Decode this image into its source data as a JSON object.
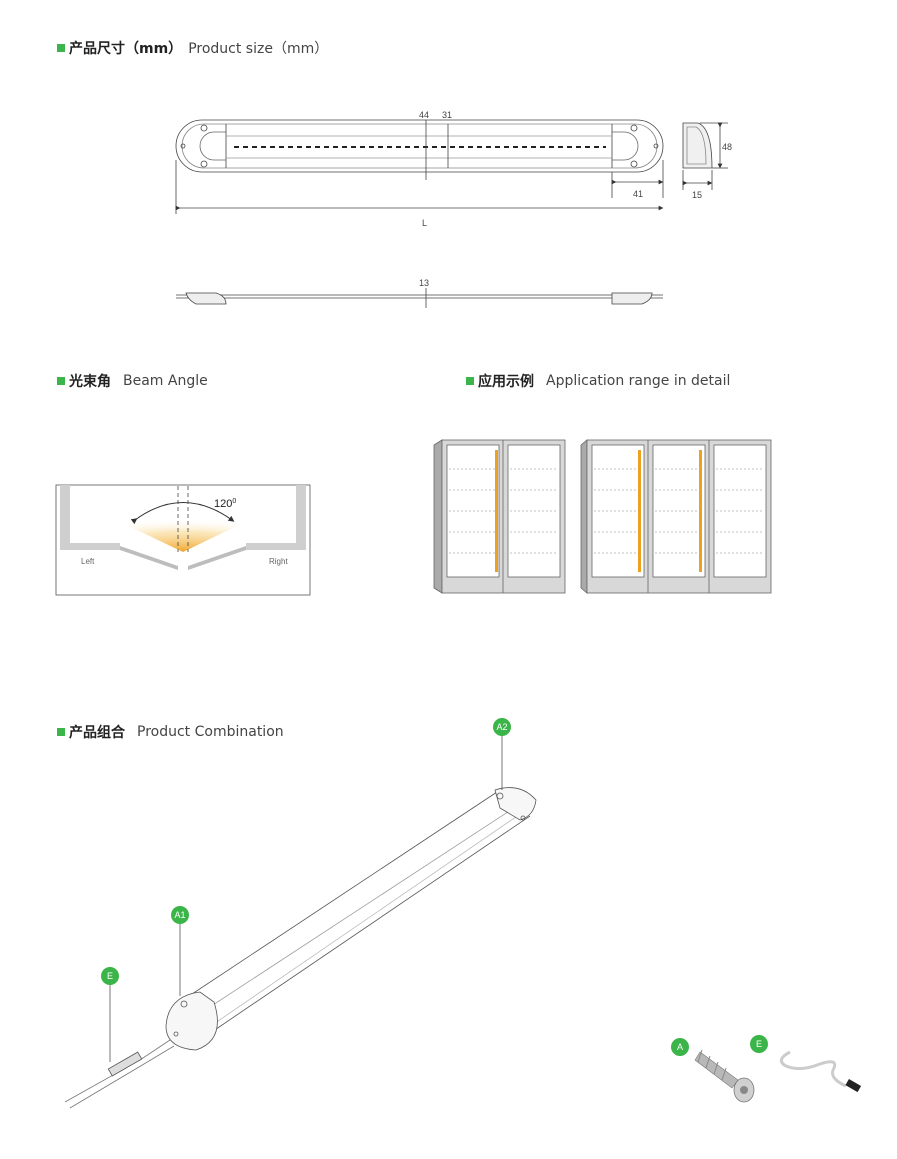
{
  "sections": {
    "size": {
      "cn": "产品尺寸（mm）",
      "en": "Product size（mm）"
    },
    "beam": {
      "cn": "光束角",
      "en": "Beam Angle"
    },
    "application": {
      "cn": "应用示例",
      "en": "Application range in detail"
    },
    "combination": {
      "cn": "产品组合",
      "en": "Product Combination"
    }
  },
  "dimensions": {
    "d44": "44",
    "d31": "31",
    "d48": "48",
    "d41": "41",
    "d15": "15",
    "length": "L",
    "d13": "13"
  },
  "beam_diagram": {
    "angle_value": "120",
    "angle_sup": "0",
    "left": "Left",
    "right": "Right"
  },
  "badges": {
    "a2": "A2",
    "a1": "A1",
    "e": "E",
    "a": "A",
    "e2": "E"
  },
  "colors": {
    "accent": "#3bb54a",
    "led": "#f0a020"
  }
}
